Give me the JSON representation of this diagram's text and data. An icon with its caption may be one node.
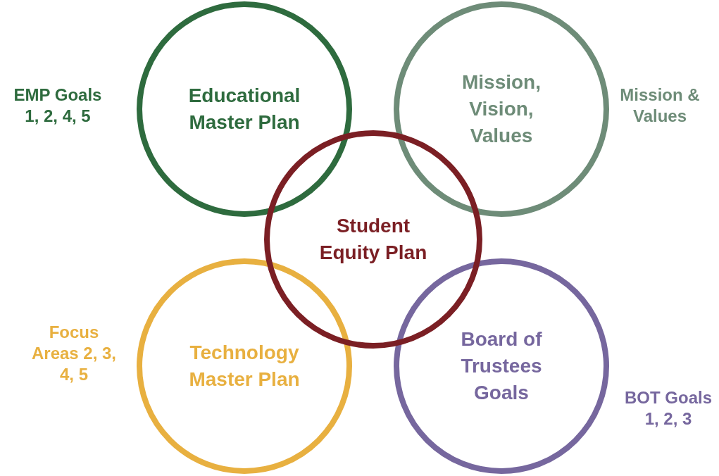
{
  "diagram": {
    "nodes": [
      {
        "text": [
          "Educational Master Plan"
        ],
        "beside": [
          "EMP Goals 1, 2, 4, 5"
        ]
      },
      {
        "text": [
          "Mission, Vision, Values"
        ],
        "beside": [
          "Mission & Values"
        ]
      },
      {
        "text": [
          "Student Equity Plan"
        ]
      },
      {
        "text": [
          "Technology Master Plan"
        ],
        "beside": [
          "Focus Areas 2, 3, 4, 5"
        ]
      },
      {
        "text": [
          "Board of Trustees Goals"
        ],
        "beside": [
          "BOT Goals 1, 2, 3"
        ]
      }
    ]
  }
}
